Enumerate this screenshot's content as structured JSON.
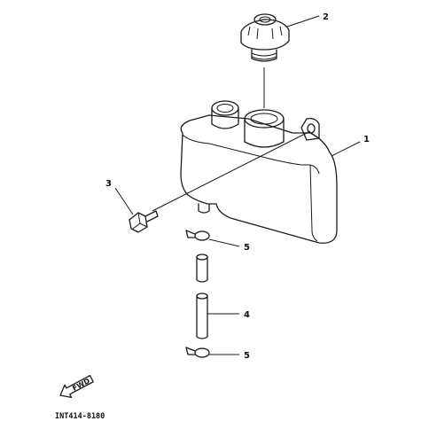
{
  "callouts": {
    "tank": "1",
    "cap": "2",
    "bolt": "3",
    "hose": "4",
    "clip_upper": "5",
    "clip_lower": "5"
  },
  "fwd_label": "FWD",
  "diagram_code": "INT414-8180"
}
